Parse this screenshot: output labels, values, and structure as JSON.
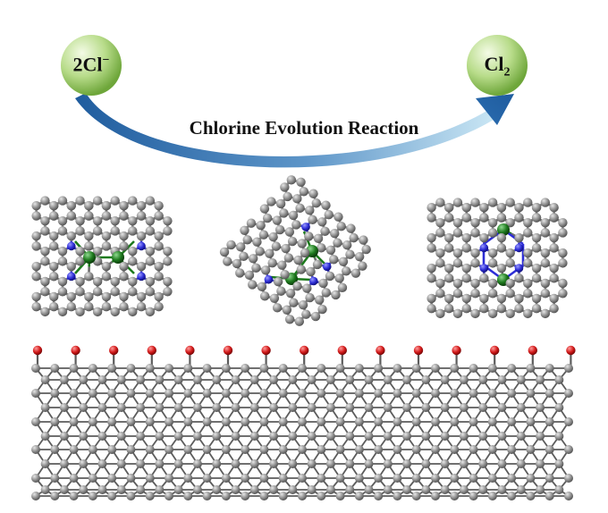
{
  "reactant": {
    "text": "2Cl",
    "sup": "−"
  },
  "product": {
    "text": "Cl",
    "sub": "2"
  },
  "reaction_title": "Chlorine Evolution Reaction",
  "colors": {
    "sphere_light": "#eaf6d0",
    "sphere_dark": "#7fb744",
    "arrow_light": "#bfe0f2",
    "arrow_dark": "#1f5c9e",
    "carbon": "#8a8a8a",
    "nitrogen": "#2d2dd6",
    "metal": "#1e7a1e",
    "oxygen": "#d21a1a",
    "bond": "#555555"
  },
  "structures": [
    {
      "name": "graphene-sheet-dimer",
      "atoms": [
        "C",
        "N",
        "M"
      ]
    },
    {
      "name": "rotated-sheet-dimer",
      "atoms": [
        "C",
        "N",
        "M"
      ]
    },
    {
      "name": "graphene-sheet-bridged",
      "atoms": [
        "C",
        "N",
        "M"
      ]
    },
    {
      "name": "slab-side-view",
      "atoms": [
        "C",
        "O"
      ]
    }
  ]
}
